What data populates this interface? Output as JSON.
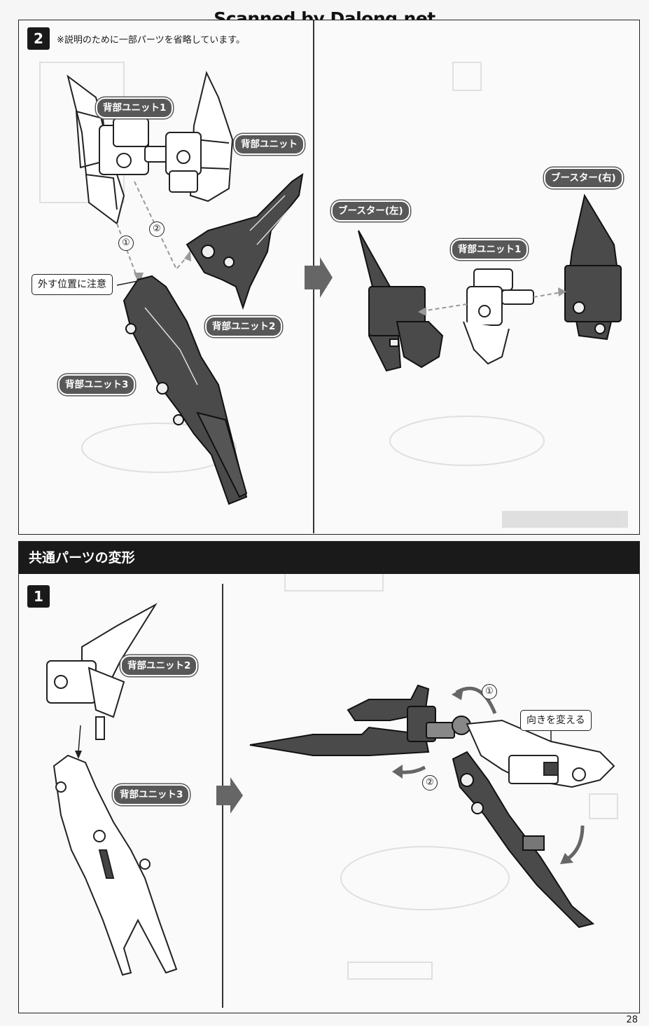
{
  "watermark": "Scanned by Dalong.net",
  "step2": {
    "number": "2",
    "note": "※説明のために一部パーツを省略しています。",
    "labels": {
      "back_unit_1": "背部ユニット1",
      "back_unit": "背部ユニット",
      "back_unit_2": "背部ユニット2",
      "back_unit_3": "背部ユニット3",
      "careful_position": "外す位置に注意",
      "booster_left": "ブースター(左)",
      "booster_right": "ブースター(右)",
      "back_unit_1_right": "背部ユニット1"
    },
    "circled_1": "①",
    "circled_2": "②"
  },
  "section": {
    "title": "共通パーツの変形",
    "step1_number": "1",
    "labels": {
      "back_unit_2": "背部ユニット2",
      "back_unit_3": "背部ユニット3",
      "change_direction": "向きを変える"
    },
    "circled_1": "①",
    "circled_2": "②"
  },
  "page_number": "28"
}
